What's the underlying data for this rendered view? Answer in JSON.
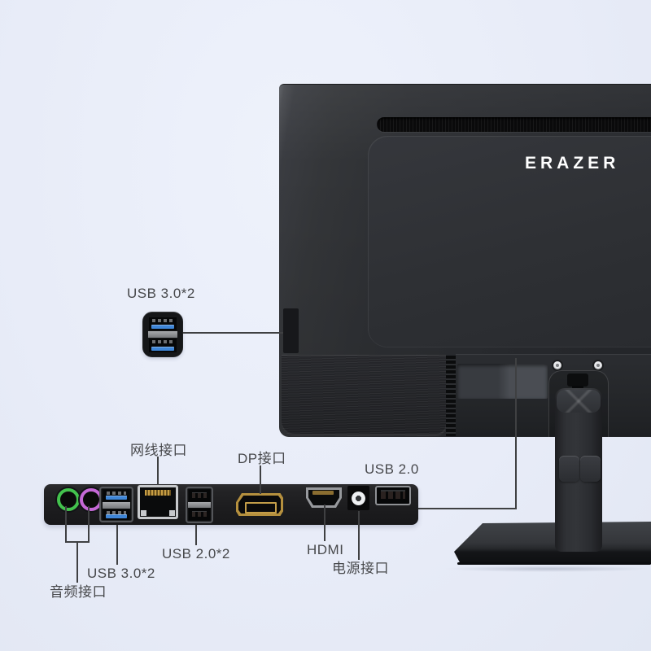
{
  "brand": {
    "logo_text": "ERAZER"
  },
  "callouts": {
    "usb3_side": {
      "label": "USB 3.0*2"
    },
    "ethernet": {
      "label": "网线接口"
    },
    "displayport": {
      "label": "DP接口"
    },
    "usb2_single": {
      "label": "USB 2.0"
    },
    "usb2_pair": {
      "label": "USB 2.0*2"
    },
    "usb3_pair": {
      "label": "USB 3.0*2"
    },
    "audio": {
      "label": "音频接口"
    },
    "hdmi": {
      "label": "HDMI"
    },
    "power": {
      "label": "电源接口"
    }
  },
  "io_panel_ports": [
    {
      "icon": "audio-out-jack",
      "color": "#43c24d"
    },
    {
      "icon": "mic-jack",
      "color": "#c569d6"
    },
    {
      "icon": "usb3-dual-port",
      "tab_color": "#3f86d8"
    },
    {
      "icon": "ethernet-rj45-port",
      "frame_color": "#c7c9cc"
    },
    {
      "icon": "usb2-dual-port"
    },
    {
      "icon": "displayport",
      "color": "#b5903e"
    },
    {
      "icon": "hdmi-port",
      "frame_color": "#97999d"
    },
    {
      "icon": "dc-power-jack"
    },
    {
      "icon": "usb2-port"
    }
  ],
  "side_ports": [
    {
      "icon": "usb3-dual-port",
      "tab_color": "#3f86d8"
    }
  ],
  "colors": {
    "background": "#e8ecf8",
    "line": "#3f4042",
    "label_text": "#47484b",
    "brand_text": "#ffffff",
    "audio_out_green": "#43c24d",
    "mic_pink": "#c569d6",
    "usb3_blue": "#3f86d8",
    "dp_gold": "#b5903e",
    "hdmi_silver": "#97999d",
    "rj45_silver": "#c7c9cc",
    "panel_black": "#1c1c1e",
    "monitor_dark": "#2c2e32"
  }
}
